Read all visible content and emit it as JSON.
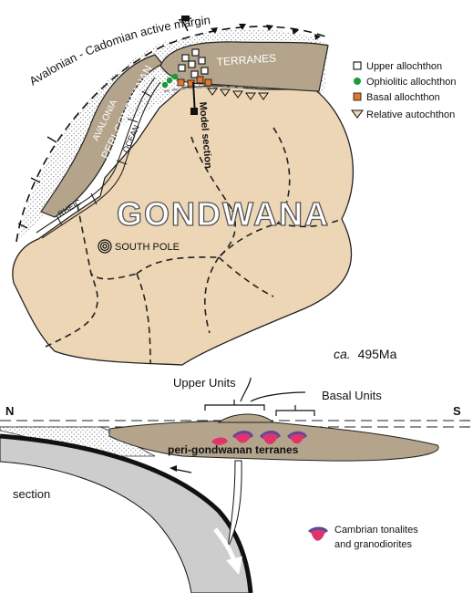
{
  "map": {
    "margin_label": "Avalonian - Cadomian active margin",
    "terranes_label": "TERRANES",
    "peri_gondwanan_label": "PERI-GONDWANAN",
    "avalonia_label": "AVALONIA",
    "ocean_label": "OCEAN",
    "rheic_label": "RHEIC",
    "gondwana_label": "GONDWANA",
    "south_pole_label": "SOUTH POLE",
    "model_section_label": "Model section",
    "age_prefix": "ca.",
    "age_value": "495Ma"
  },
  "legend": {
    "upper_allochthon": "Upper allochthon",
    "ophiolitic_allochthon": "Ophiolitic allochthon",
    "basal_allochthon": "Basal allochthon",
    "relative_autochthon": "Relative autochthon",
    "cambrian_line1": "Cambrian tonalites",
    "cambrian_line2": "and granodiorites"
  },
  "section": {
    "north": "N",
    "south": "S",
    "upper_units": "Upper Units",
    "basal_units": "Basal Units",
    "terranes": "peri-gondwanan terranes",
    "section_label": "section"
  },
  "colors": {
    "gondwana": "#ecd6b5",
    "terrane": "#b3a48b",
    "slab": "#cdcdcd",
    "basal": "#e0782d",
    "ophiolite": "#1e9a3a",
    "pink": "#e0336a",
    "purple": "#5a4a98"
  }
}
